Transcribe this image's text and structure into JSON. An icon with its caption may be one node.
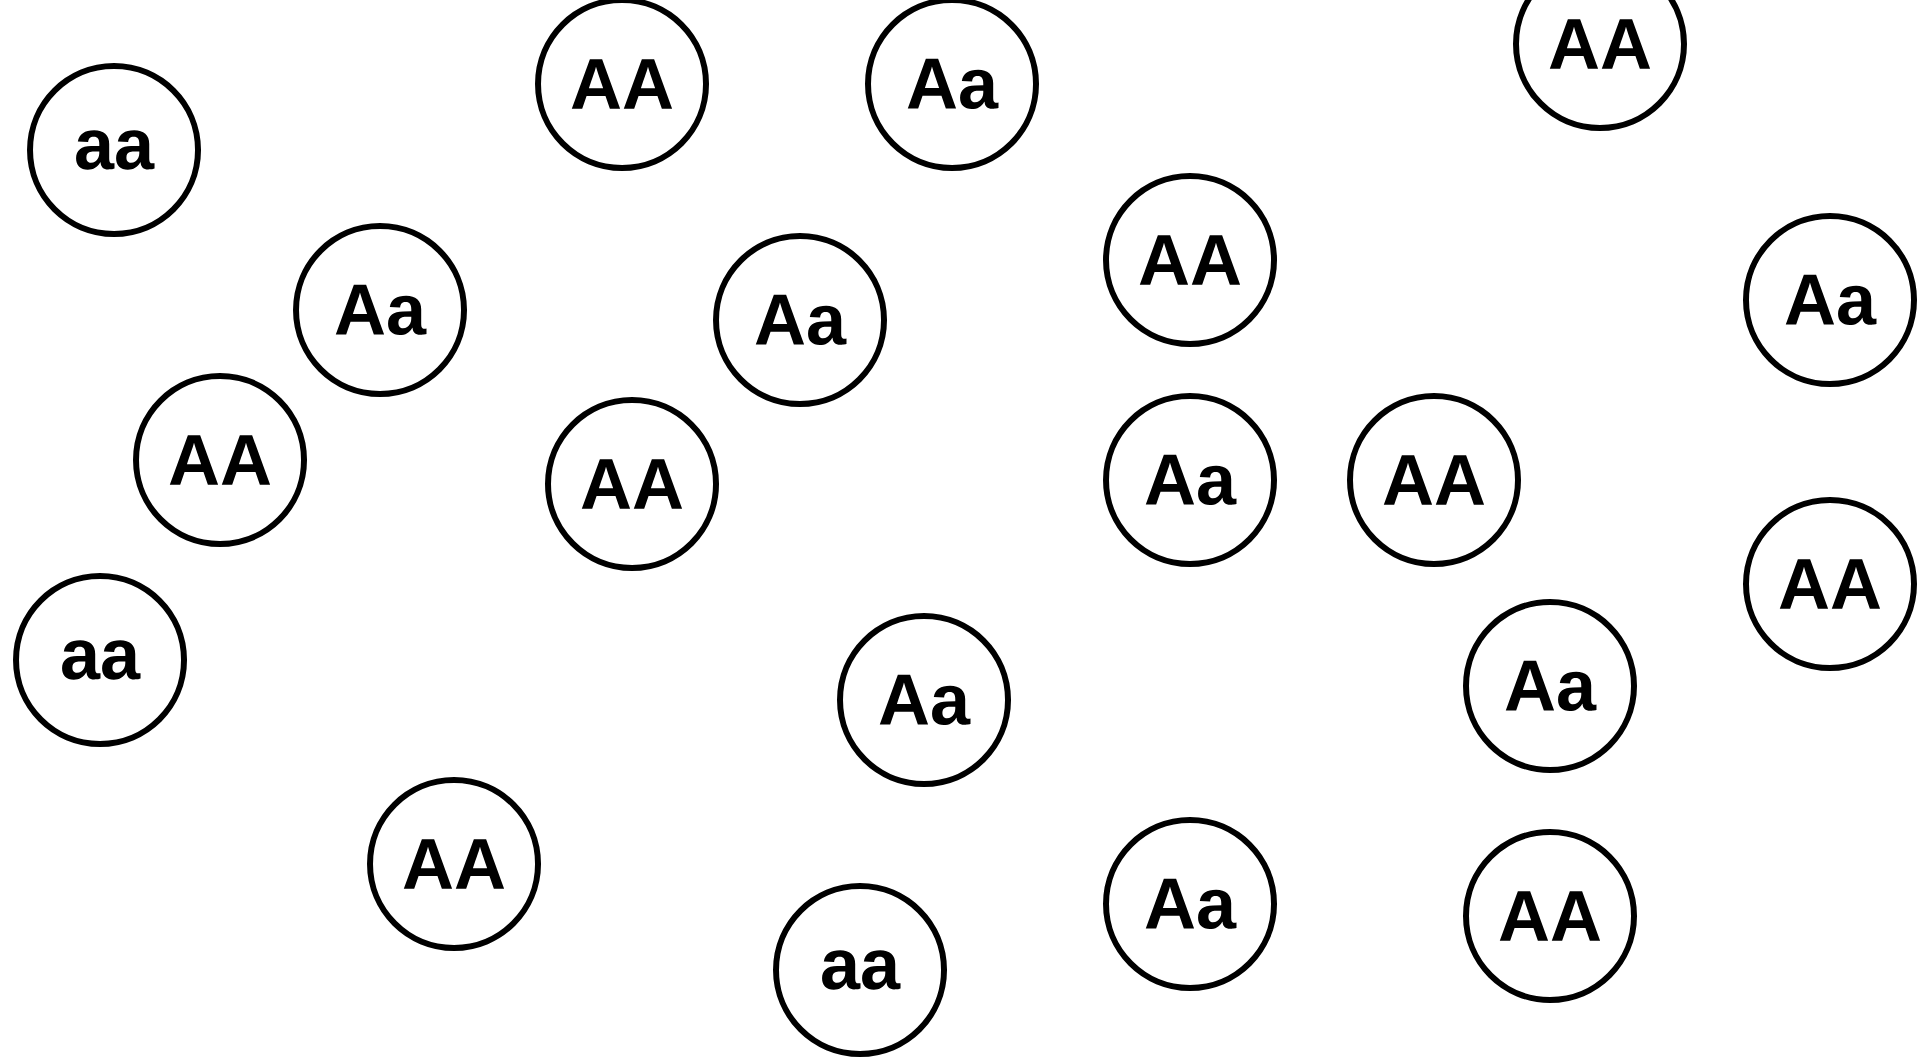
{
  "diagram": {
    "nodes": [
      {
        "text": [
          "AA"
        ]
      },
      {
        "text": [
          "Aa"
        ]
      },
      {
        "text": [
          "AA"
        ]
      },
      {
        "text": [
          "aa"
        ]
      },
      {
        "text": [
          "AA"
        ]
      },
      {
        "text": [
          "Aa"
        ]
      },
      {
        "text": [
          "Aa"
        ]
      },
      {
        "text": [
          "Aa"
        ]
      },
      {
        "text": [
          "AA"
        ]
      },
      {
        "text": [
          "AA"
        ]
      },
      {
        "text": [
          "Aa"
        ]
      },
      {
        "text": [
          "AA"
        ]
      },
      {
        "text": [
          "AA"
        ]
      },
      {
        "text": [
          "aa"
        ]
      },
      {
        "text": [
          "Aa"
        ]
      },
      {
        "text": [
          "Aa"
        ]
      },
      {
        "text": [
          "AA"
        ]
      },
      {
        "text": [
          "Aa"
        ]
      },
      {
        "text": [
          "AA"
        ]
      },
      {
        "text": [
          "aa"
        ]
      }
    ]
  }
}
